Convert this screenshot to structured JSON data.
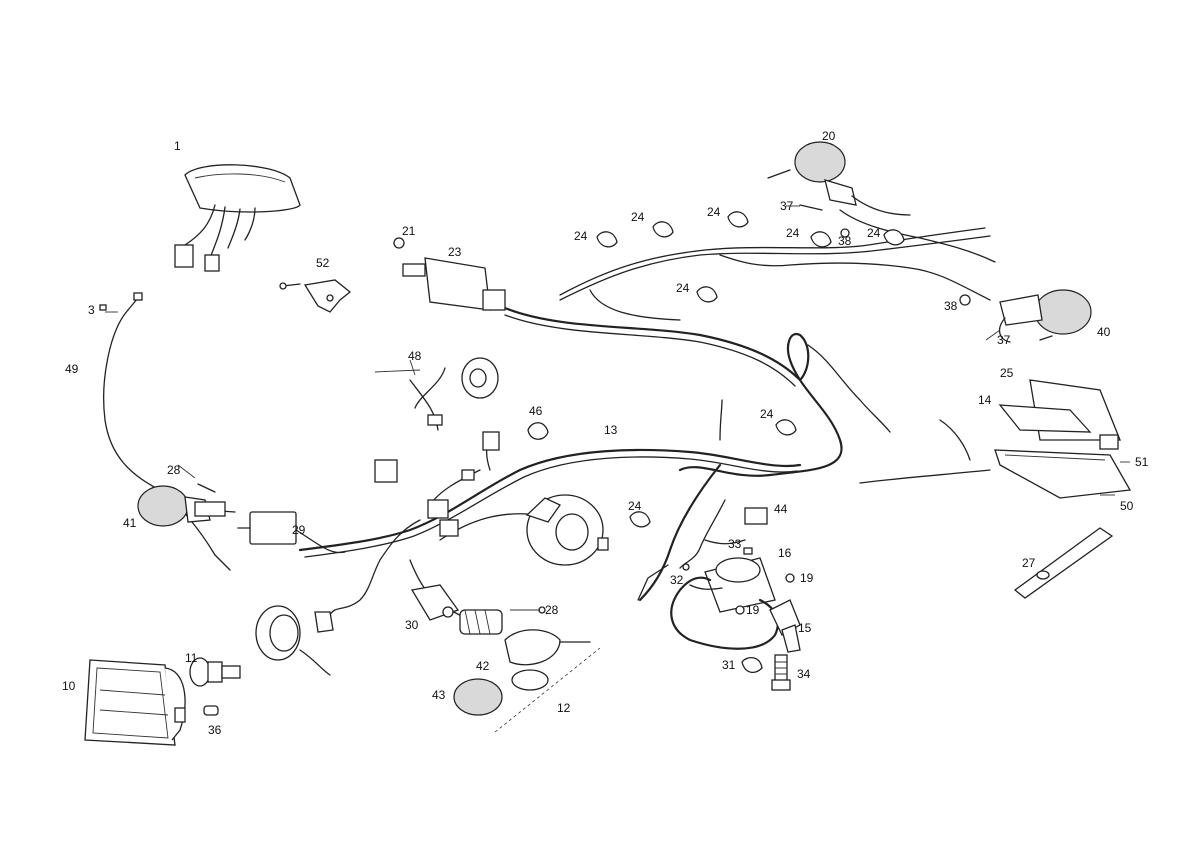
{
  "callouts": [
    {
      "id": "p1",
      "text": "1"
    },
    {
      "id": "p3",
      "text": "3"
    },
    {
      "id": "p10",
      "text": "10"
    },
    {
      "id": "p11",
      "text": "11"
    },
    {
      "id": "p12",
      "text": "12"
    },
    {
      "id": "p13",
      "text": "13"
    },
    {
      "id": "p14",
      "text": "14"
    },
    {
      "id": "p15",
      "text": "15"
    },
    {
      "id": "p16",
      "text": "16"
    },
    {
      "id": "p19a",
      "text": "19"
    },
    {
      "id": "p19b",
      "text": "19"
    },
    {
      "id": "p20",
      "text": "20"
    },
    {
      "id": "p21",
      "text": "21"
    },
    {
      "id": "p23",
      "text": "23"
    },
    {
      "id": "p24a",
      "text": "24"
    },
    {
      "id": "p24b",
      "text": "24"
    },
    {
      "id": "p24c",
      "text": "24"
    },
    {
      "id": "p24d",
      "text": "24"
    },
    {
      "id": "p24e",
      "text": "24"
    },
    {
      "id": "p24f",
      "text": "24"
    },
    {
      "id": "p24g",
      "text": "24"
    },
    {
      "id": "p24h",
      "text": "24"
    },
    {
      "id": "p25",
      "text": "25"
    },
    {
      "id": "p27",
      "text": "27"
    },
    {
      "id": "p28a",
      "text": "28"
    },
    {
      "id": "p28b",
      "text": "28"
    },
    {
      "id": "p29",
      "text": "29"
    },
    {
      "id": "p30",
      "text": "30"
    },
    {
      "id": "p31",
      "text": "31"
    },
    {
      "id": "p32",
      "text": "32"
    },
    {
      "id": "p33",
      "text": "33"
    },
    {
      "id": "p34",
      "text": "34"
    },
    {
      "id": "p36",
      "text": "36"
    },
    {
      "id": "p37a",
      "text": "37"
    },
    {
      "id": "p37b",
      "text": "37"
    },
    {
      "id": "p38a",
      "text": "38"
    },
    {
      "id": "p38b",
      "text": "38"
    },
    {
      "id": "p40",
      "text": "40"
    },
    {
      "id": "p41",
      "text": "41"
    },
    {
      "id": "p42",
      "text": "42"
    },
    {
      "id": "p43",
      "text": "43"
    },
    {
      "id": "p44",
      "text": "44"
    },
    {
      "id": "p46",
      "text": "46"
    },
    {
      "id": "p48",
      "text": "48"
    },
    {
      "id": "p49",
      "text": "49"
    },
    {
      "id": "p50",
      "text": "50"
    },
    {
      "id": "p51",
      "text": "51"
    },
    {
      "id": "p52",
      "text": "52"
    }
  ]
}
